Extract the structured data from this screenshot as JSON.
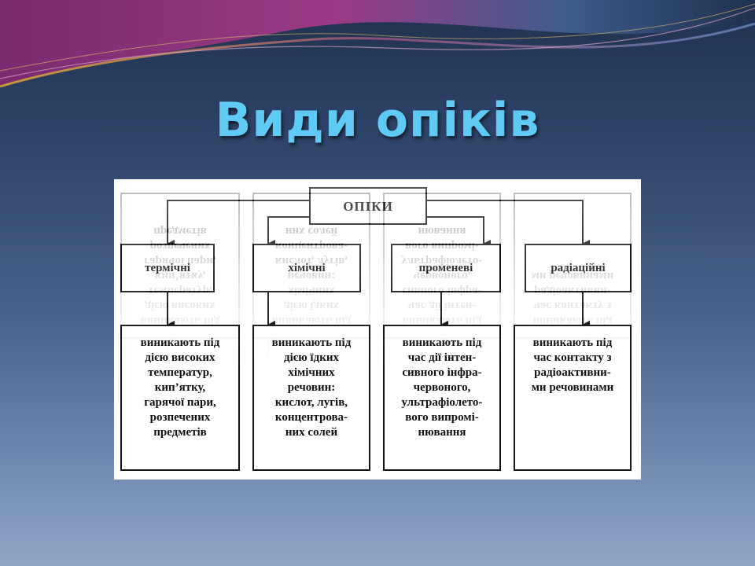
{
  "title": "Види опіків",
  "diagram": {
    "root": "ОПІКИ",
    "categories": [
      {
        "label": "термічні",
        "description": "виникають під\nдією високих\nтемператур,\nкип’ятку,\nгарячої пари,\nрозпечених\nпредметів"
      },
      {
        "label": "хімічні",
        "description": "виникають під\nдією їдких\nхімічних\nречовин:\nкислот, лугів,\nконцентрова-\nних солей"
      },
      {
        "label": "променеві",
        "description": "виникають під\nчас дії інтен-\nсивного інфра-\nчервоного,\nультрафіолето-\nвого випромі-\nнювання"
      },
      {
        "label": "радіаційні",
        "description": "виникають під\nчас контакту з\nрадіоактивни-\nми речовинами"
      }
    ]
  },
  "colors": {
    "title": "#5fcbf4",
    "background_top": "#1f3150",
    "background_bottom": "#8fa6c8"
  }
}
